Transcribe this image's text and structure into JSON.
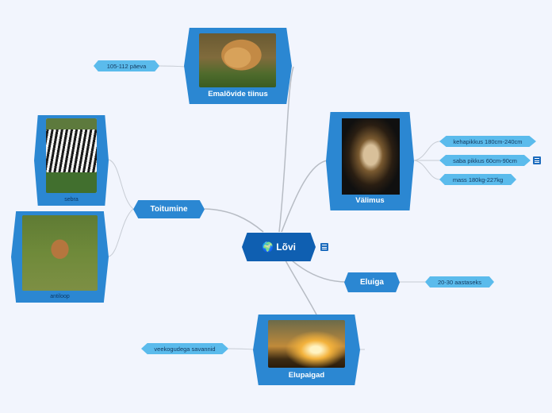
{
  "central": {
    "icon": "globe-icon",
    "label": "🌍 Lõvi",
    "note_icon": "notes-icon"
  },
  "branches": {
    "emalovide_tiinus": {
      "label": "Emalõvide tiinus",
      "image": "lioness-photo",
      "children": [
        "105-112 päeva"
      ]
    },
    "valimus": {
      "label": "Välimus",
      "image": "lion-portrait-photo",
      "children": [
        "kehapikkus 180cm-240cm",
        "saba pikkus 60cm-90cm",
        "mass 180kg-227kg"
      ]
    },
    "toitumine": {
      "label": "Toitumine",
      "children": [
        {
          "label": "sebra",
          "image": "zebra-photo"
        },
        {
          "label": "antiloop",
          "image": "antelope-photo"
        }
      ]
    },
    "eluiga": {
      "label": "Eluiga",
      "children": [
        "20-30 aastaseks"
      ]
    },
    "elupaigad": {
      "label": "Elupaigad",
      "image": "savanna-sunset-photo",
      "children": [
        "veekogudega savannid"
      ]
    }
  },
  "colors": {
    "background": "#f2f5fd",
    "central_node": "#0f5fb1",
    "branch_node": "#2b87d2",
    "leaf_node": "#5bbbec",
    "connector": "#b7bcc4"
  }
}
